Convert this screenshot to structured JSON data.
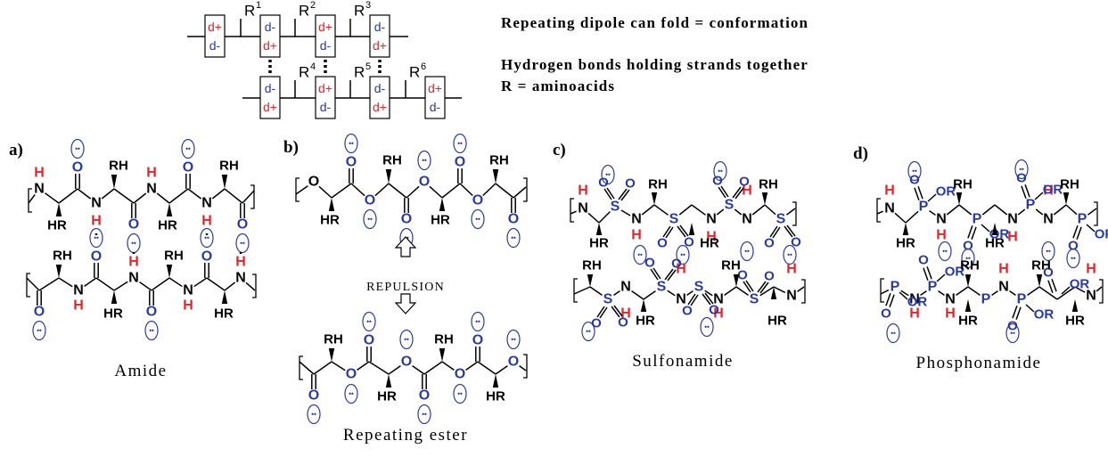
{
  "header": {
    "line1": "Repeating dipole can fold = conformation",
    "line2": "Hydrogen bonds holding strands together",
    "line3": "R = aminoacids"
  },
  "dipole": {
    "plus": "d+",
    "minus": "d-",
    "r_base": "R",
    "top_r": [
      "1",
      "2",
      "3"
    ],
    "bottom_r": [
      "4",
      "5",
      "6"
    ]
  },
  "atoms": {
    "N": "N",
    "H": "H",
    "O": "O",
    "RH": "RH",
    "HR": "HR",
    "S": "S",
    "P": "P",
    "OR": "OR",
    "lone_pair": "••"
  },
  "panels": [
    {
      "tag": "a)",
      "caption": "Amide"
    },
    {
      "tag": "b)",
      "caption": "Repeating ester"
    },
    {
      "tag": "c)",
      "caption": "Sulfonamide"
    },
    {
      "tag": "d)",
      "caption": "Phosphonamide"
    }
  ],
  "repulsion_label": "REPULSION",
  "colors": {
    "red": "#e0262d",
    "blue": "#2b3a9c",
    "black": "#000000"
  }
}
